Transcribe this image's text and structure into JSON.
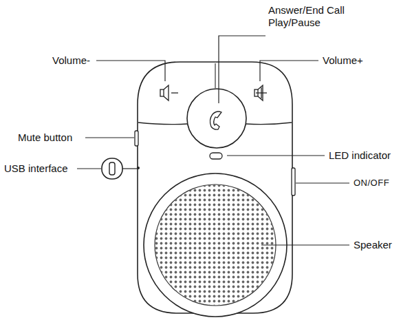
{
  "diagram": {
    "labels": [
      "Answer/End Call Play/Pause",
      "Volume-",
      "Volume+",
      "Mute button",
      "USB interface",
      "LED indicator",
      "ON/OFF",
      "Speaker"
    ]
  }
}
